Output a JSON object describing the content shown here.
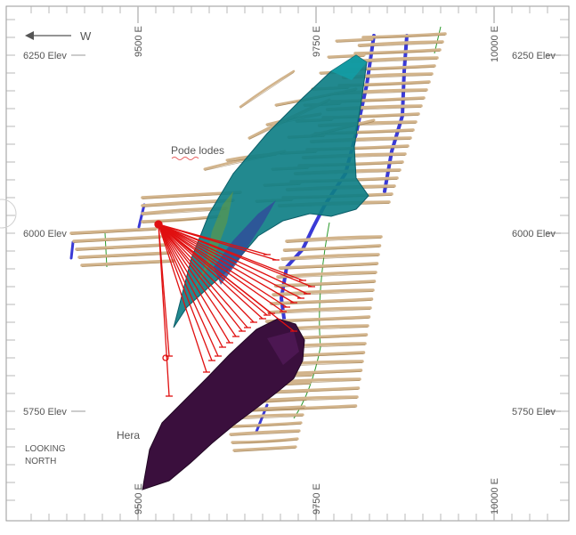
{
  "direction": {
    "label": "W"
  },
  "elevation_labels": [
    "6250 Elev",
    "6000 Elev",
    "5750 Elev"
  ],
  "easting_labels": [
    "9500 E",
    "9750 E",
    "10000 E"
  ],
  "annotations": {
    "pode_lodes": "Pode lodes",
    "hera": "Hera",
    "view_line1": "LOOKING",
    "view_line2": "NORTH"
  },
  "colors": {
    "frame": "#9a9a9a",
    "pode_lodes": "#0f7f86",
    "pode_lodes_dark": "#0b5d68",
    "hera": "#3a0f3d",
    "drill_traces": "#e01010",
    "workings": "#d2b48c",
    "workings_dark": "#8c6a3c",
    "shaft": "#3a3ad6",
    "outline": "#2a9a2a"
  }
}
